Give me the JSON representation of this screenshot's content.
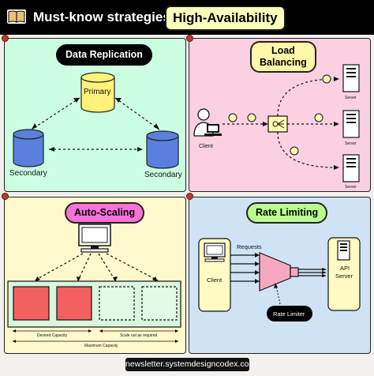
{
  "header": {
    "title": "Must-know strategies for",
    "highlight": "High-Availability"
  },
  "panels": {
    "data_replication": {
      "title": "Data Replication",
      "primary": "Primary",
      "secondary_left": "Secondary",
      "secondary_right": "Secondary"
    },
    "load_balancing": {
      "title_line1": "Load",
      "title_line2": "Balancing",
      "client": "Client",
      "server_1": "Server",
      "server_2": "Server",
      "server_3": "Server"
    },
    "auto_scaling": {
      "title": "Auto-Scaling",
      "desired_capacity": "Desired Capacity",
      "scale_out": "Scale out as required",
      "maximum_capacity": "Maximum Capacity"
    },
    "rate_limiting": {
      "title": "Rate Limiting",
      "requests": "Requests",
      "client": "Client",
      "api_server_line1": "API",
      "api_server_line2": "Server",
      "rate_limiter": "Rate Limiter"
    }
  },
  "footer": {
    "url": "newsletter.systemdesigncodex.com"
  },
  "colors": {
    "header_bg": "#000000",
    "highlight_bg": "#fbffbc",
    "data_replication_bg": "#ccffe2",
    "load_balancing_bg": "#fbd0e2",
    "auto_scaling_bg": "#fdf9cc",
    "rate_limiting_bg": "#cfe3f5",
    "primary_db": "#fff27a",
    "secondary_db": "#5a7fdc",
    "instance_active": "#f26060",
    "pill_pink": "#f872d8",
    "pill_green": "#b8ff8f",
    "pill_yellow": "#fff7a8",
    "rate_limiter_cone": "#f7a8bf"
  },
  "icons": [
    "book-icon",
    "database-icon",
    "client-computer-icon",
    "server-icon",
    "load-balancer-icon",
    "monitor-icon"
  ]
}
